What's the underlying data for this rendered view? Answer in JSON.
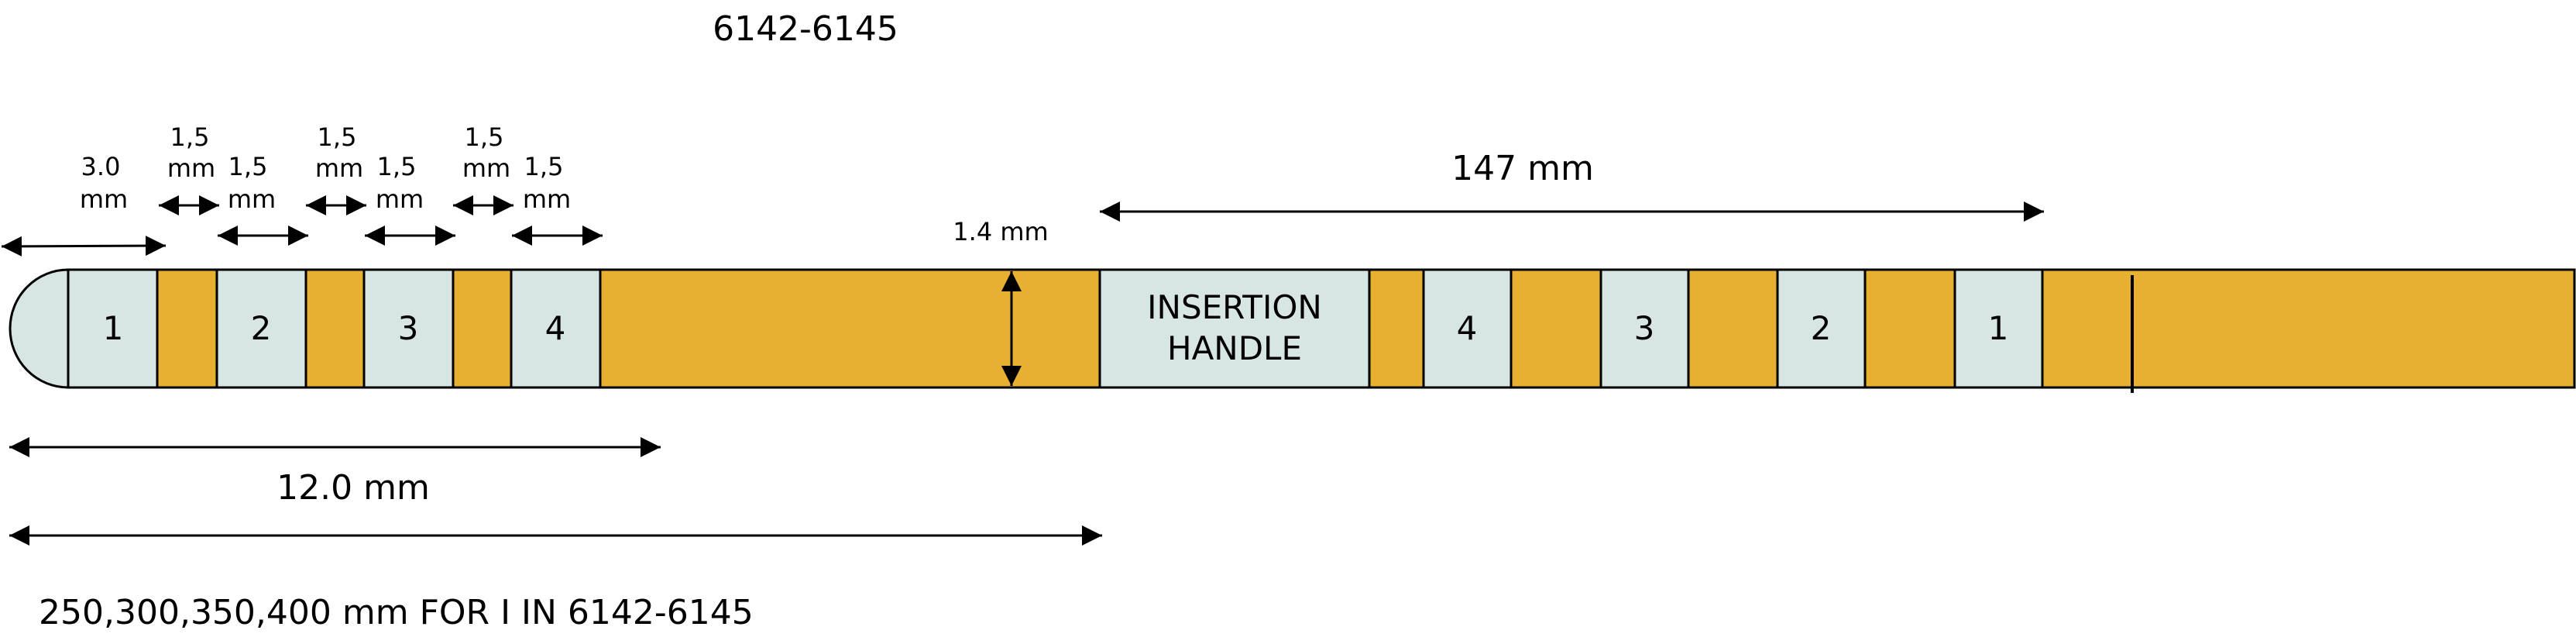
{
  "title": "6142-6145",
  "colors": {
    "body": "#E8B030",
    "contact": "#D7E5E3",
    "stroke": "#000000"
  },
  "dims": {
    "tip": [
      "3.0",
      "mm"
    ],
    "gap_1": [
      "1,5",
      "mm"
    ],
    "contact_1": [
      "1,5",
      "mm"
    ],
    "gap_2": [
      "1,5",
      "mm"
    ],
    "contact_2": [
      "1,5",
      "mm"
    ],
    "gap_3": [
      "1,5",
      "mm"
    ],
    "contact_3": [
      "1,5",
      "mm"
    ],
    "diameter": "1.4 mm",
    "span": "12.0 mm",
    "tail": "147 mm",
    "total": "250,300,350,400 mm FOR I IN 6142-6145"
  },
  "distal_contacts": [
    "1",
    "2",
    "3",
    "4"
  ],
  "handle": [
    "INSERTION",
    "HANDLE"
  ],
  "proximal_contacts": [
    "4",
    "3",
    "2",
    "1"
  ]
}
